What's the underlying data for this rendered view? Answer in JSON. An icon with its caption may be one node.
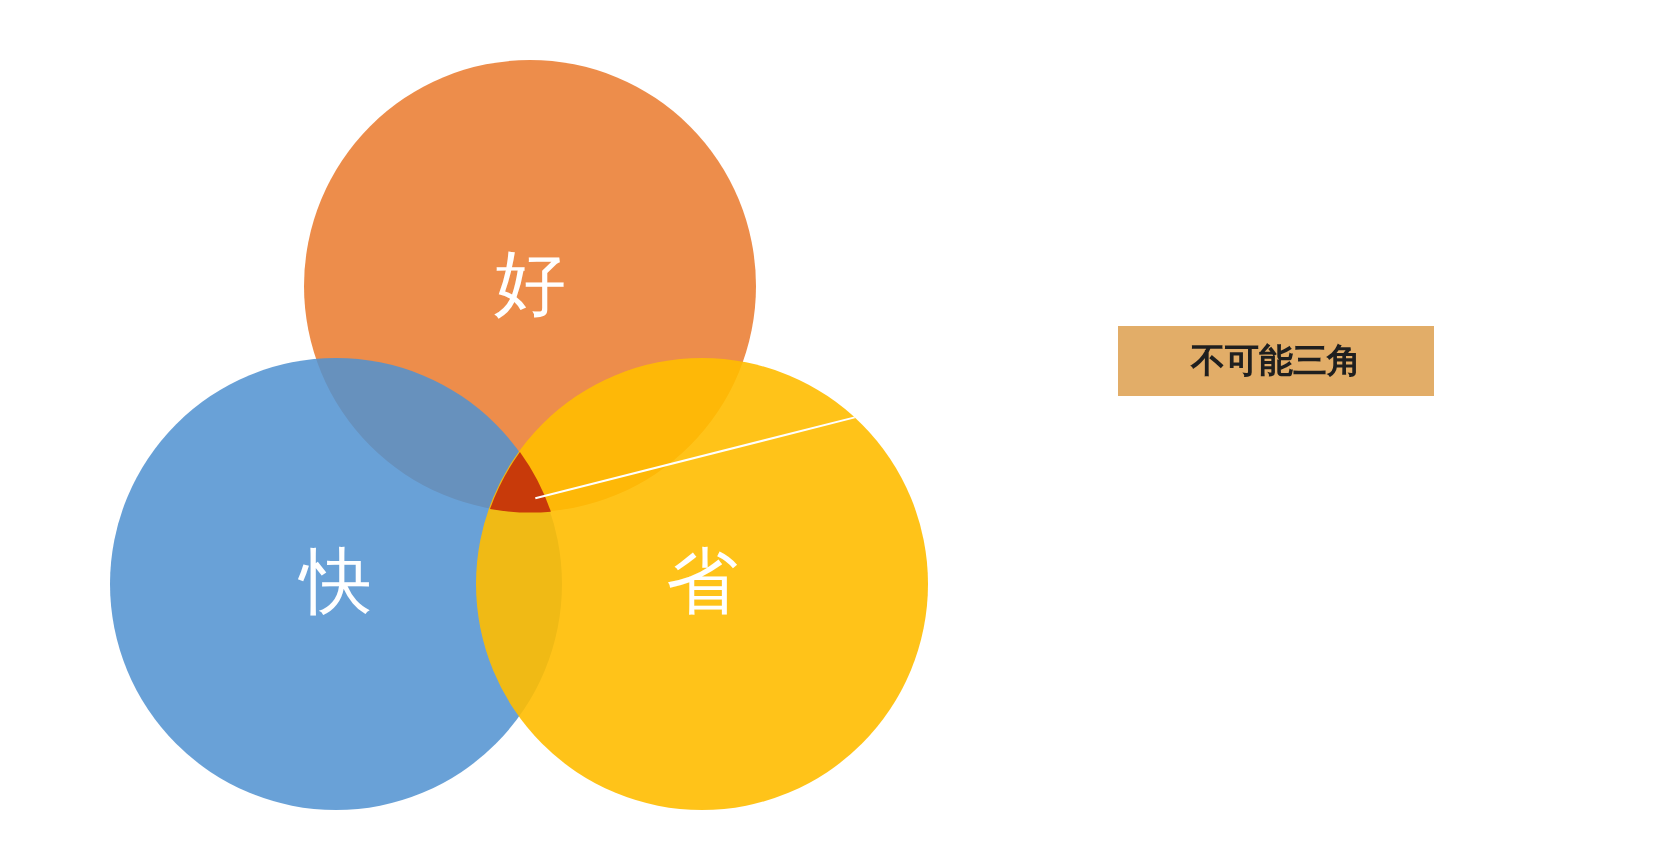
{
  "diagram": {
    "nodes": [
      {
        "text": [
          "好"
        ]
      },
      {
        "text": [
          "快"
        ]
      },
      {
        "text": [
          "省"
        ]
      },
      {
        "text": [],
        "shape": "triangle"
      },
      {
        "text": [
          "不可能三角"
        ]
      }
    ],
    "edges": [
      {
        "from": 2,
        "to": 3,
        "arrow": "none"
      }
    ]
  }
}
